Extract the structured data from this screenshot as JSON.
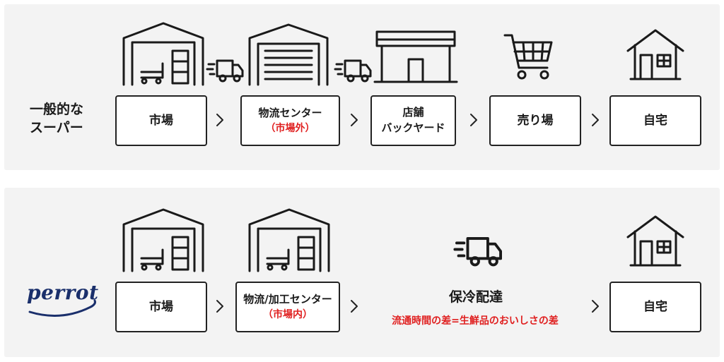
{
  "top_row": {
    "label_lines": [
      "一般的な",
      "スーパー"
    ],
    "stages": [
      {
        "lines": [
          "市場"
        ],
        "red": ""
      },
      {
        "lines": [
          "物流センター"
        ],
        "red": "（市場外）"
      },
      {
        "lines": [
          "店舗",
          "バックヤード"
        ],
        "red": ""
      },
      {
        "lines": [
          "売り場"
        ],
        "red": ""
      },
      {
        "lines": [
          "自宅"
        ],
        "red": ""
      }
    ],
    "icons": [
      "warehouse-icon",
      "delivery-truck-icon",
      "shutter-warehouse-icon",
      "delivery-truck-icon",
      "storefront-icon",
      "shopping-cart-icon",
      "house-icon"
    ]
  },
  "bottom_row": {
    "brand": "perrot",
    "stages": [
      {
        "lines": [
          "市場"
        ],
        "red": ""
      },
      {
        "lines": [
          "物流/加工センター"
        ],
        "red": "（市場内）"
      },
      {
        "lines": [
          "自宅"
        ],
        "red": ""
      }
    ],
    "delivery_title": "保冷配達",
    "delivery_note": "流通時間の差=生鮮品のおいしさの差",
    "icons": [
      "warehouse-icon",
      "warehouse-icon",
      "delivery-truck-icon",
      "house-icon"
    ]
  },
  "colors": {
    "accent_red": "#e02020",
    "brand_navy": "#1a2f6b",
    "panel_bg": "#f3f3f3"
  }
}
